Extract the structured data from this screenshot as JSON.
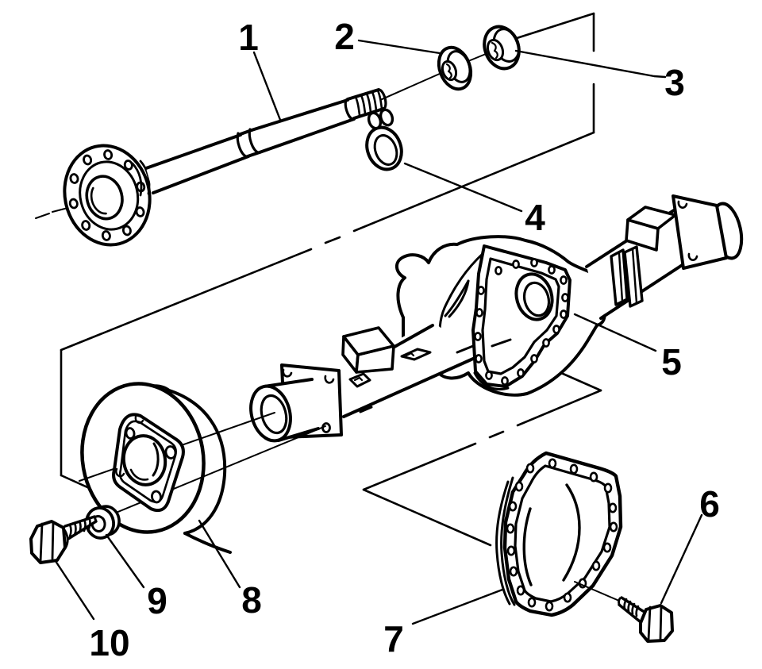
{
  "figure": {
    "kind": "exploded-parts-diagram",
    "background_color": "#ffffff",
    "ink_color": "#000000",
    "callouts": [
      {
        "label": "1"
      },
      {
        "label": "2"
      },
      {
        "label": "3"
      },
      {
        "label": "4"
      },
      {
        "label": "5"
      },
      {
        "label": "6"
      },
      {
        "label": "7"
      },
      {
        "label": "8"
      },
      {
        "label": "9"
      },
      {
        "label": "10"
      }
    ]
  }
}
